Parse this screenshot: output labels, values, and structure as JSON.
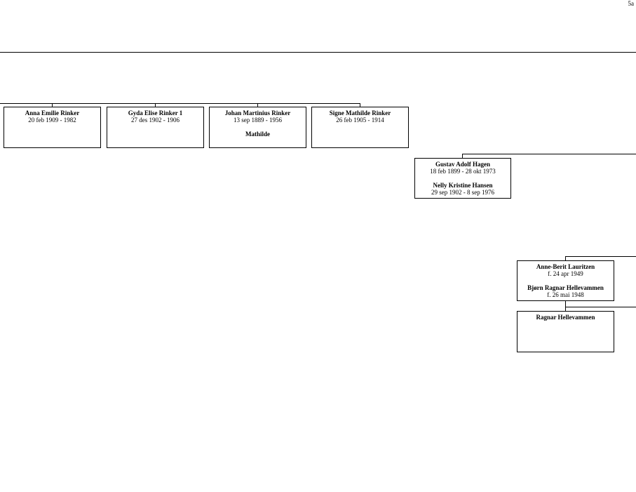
{
  "page": {
    "number": "5a"
  },
  "people": {
    "anna": {
      "name": "Anna Emilie Rinker",
      "dates": "20 feb 1909 - 1982"
    },
    "gyda": {
      "name": "Gyda Elise Rinker 1",
      "dates": "27 des 1902 - 1906"
    },
    "johan": {
      "name": "Johan Martinius Rinker",
      "dates": "13 sep 1889 - 1956",
      "spouse": "Mathilde"
    },
    "signe": {
      "name": "Signe Mathilde Rinker",
      "dates": "26 feb 1905 - 1914"
    },
    "gustav": {
      "name": "Gustav Adolf Hagen",
      "dates": "18 feb 1899 - 28 okt 1973",
      "spouse": "Nelly Kristine Hansen",
      "spouse_dates": "29 sep 1902 - 8 sep 1976"
    },
    "anneberit": {
      "name": "Anne-Berit Lauritzen",
      "dates": "f. 24 apr 1949",
      "spouse": "Bjørn Ragnar Hellevammen",
      "spouse_dates": "f. 26 mai 1948"
    },
    "ragnar": {
      "name": "Ragnar Hellevammen"
    }
  }
}
